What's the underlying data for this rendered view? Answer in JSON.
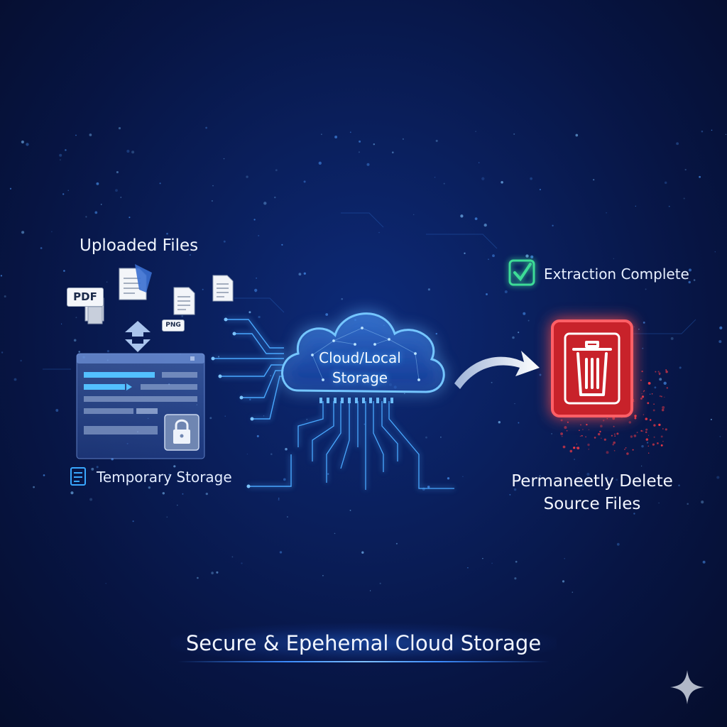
{
  "uploaded": {
    "title": "Uploaded Files",
    "pdf_tag": "PDF",
    "png_tag": "PNG"
  },
  "temporary": {
    "label": "Temporary Storage"
  },
  "cloud": {
    "line1": "Cloud/Local",
    "line2": "Storage"
  },
  "extraction": {
    "label": "Extraction Complete"
  },
  "delete": {
    "line1": "Permaneetly Delete",
    "line2": "Source Files"
  },
  "footer": {
    "title": "Secure & Epehemal Cloud Storage"
  },
  "icons": [
    "document-icon",
    "pdf-icon",
    "png-icon",
    "up-down-arrow-icon",
    "lock-icon",
    "storage-icon",
    "cloud-icon",
    "check-icon",
    "trash-icon",
    "curved-arrow-icon",
    "sparkle-icon"
  ],
  "colors": {
    "background": "#0a1f5c",
    "accent": "#3fa9ff",
    "check": "#3ddc97",
    "delete": "#e8323c"
  }
}
